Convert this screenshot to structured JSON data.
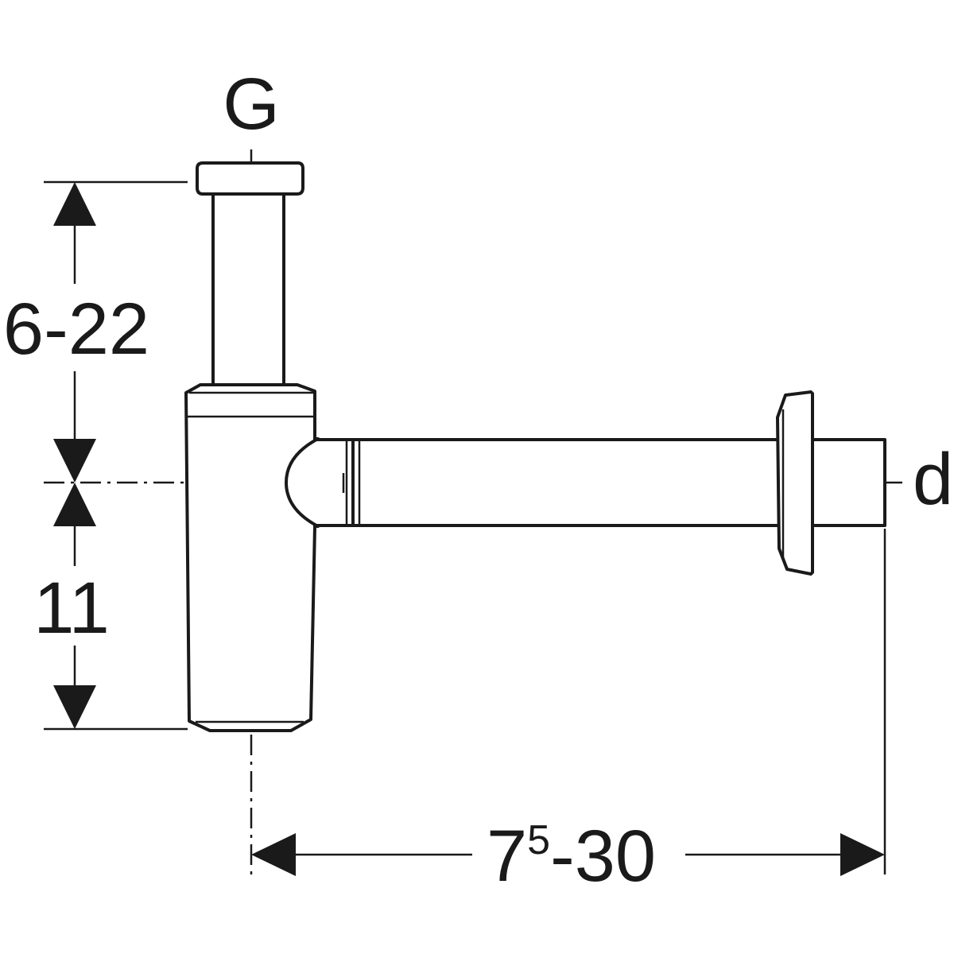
{
  "labels": {
    "thread": "G",
    "diameter": "d",
    "height_upper": "6-22",
    "height_lower": "11",
    "length_base": "7",
    "length_sup": "5",
    "length_rest": "-30"
  },
  "colors": {
    "line": "#1a1a1a",
    "background": "#ffffff"
  }
}
